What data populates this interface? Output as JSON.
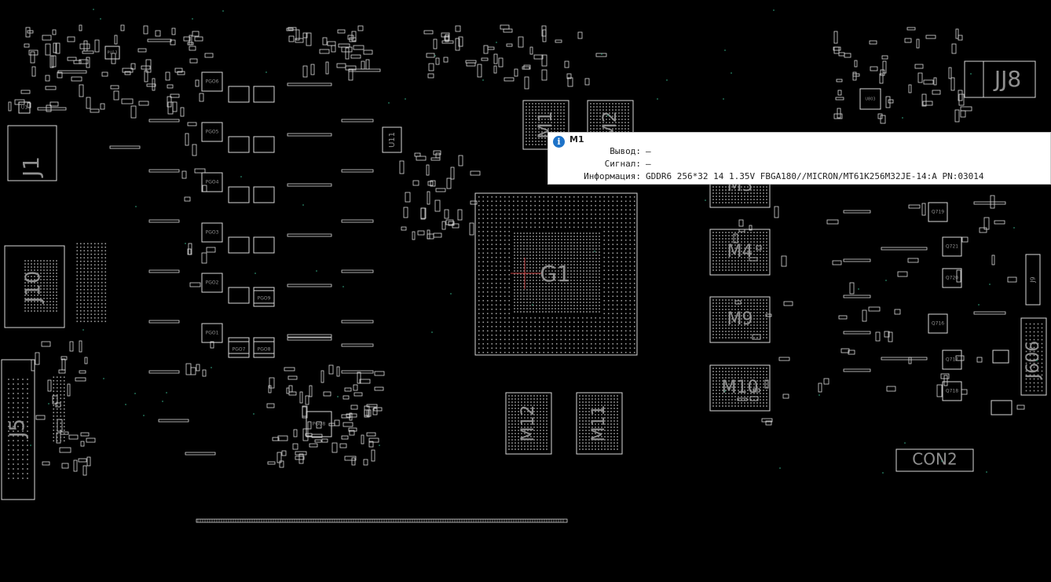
{
  "board": {
    "designators": [
      "J1",
      "J10",
      "J5",
      "JJ8",
      "J9",
      "J606",
      "G1",
      "M1",
      "M2",
      "M3",
      "M4",
      "M9",
      "M10",
      "M11",
      "M12",
      "CON2",
      "U11"
    ],
    "small_labels": [
      "PGO6",
      "PGO5",
      "PGO4",
      "PGO3",
      "PGO2",
      "PGO1",
      "PGO7",
      "PGO8",
      "PGO9",
      "PGU8",
      "Q719",
      "Q721",
      "Q720",
      "Q716",
      "Q717",
      "Q718",
      "U803",
      "PU13",
      "U1"
    ]
  },
  "tooltip": {
    "title": "M1",
    "rows": [
      {
        "key": "Вывод:",
        "value": "—"
      },
      {
        "key": "Сигнал:",
        "value": "—"
      },
      {
        "key": "Информация:",
        "value": "GDDR6 256*32 14 1.35V FBGA180//MICRON/MT61K256M32JE-14:A PN:03014"
      }
    ]
  },
  "colors": {
    "background": "#000000",
    "outline": "#d8d8d8",
    "text": "#8f8f8f",
    "info": "#1d72c8"
  }
}
